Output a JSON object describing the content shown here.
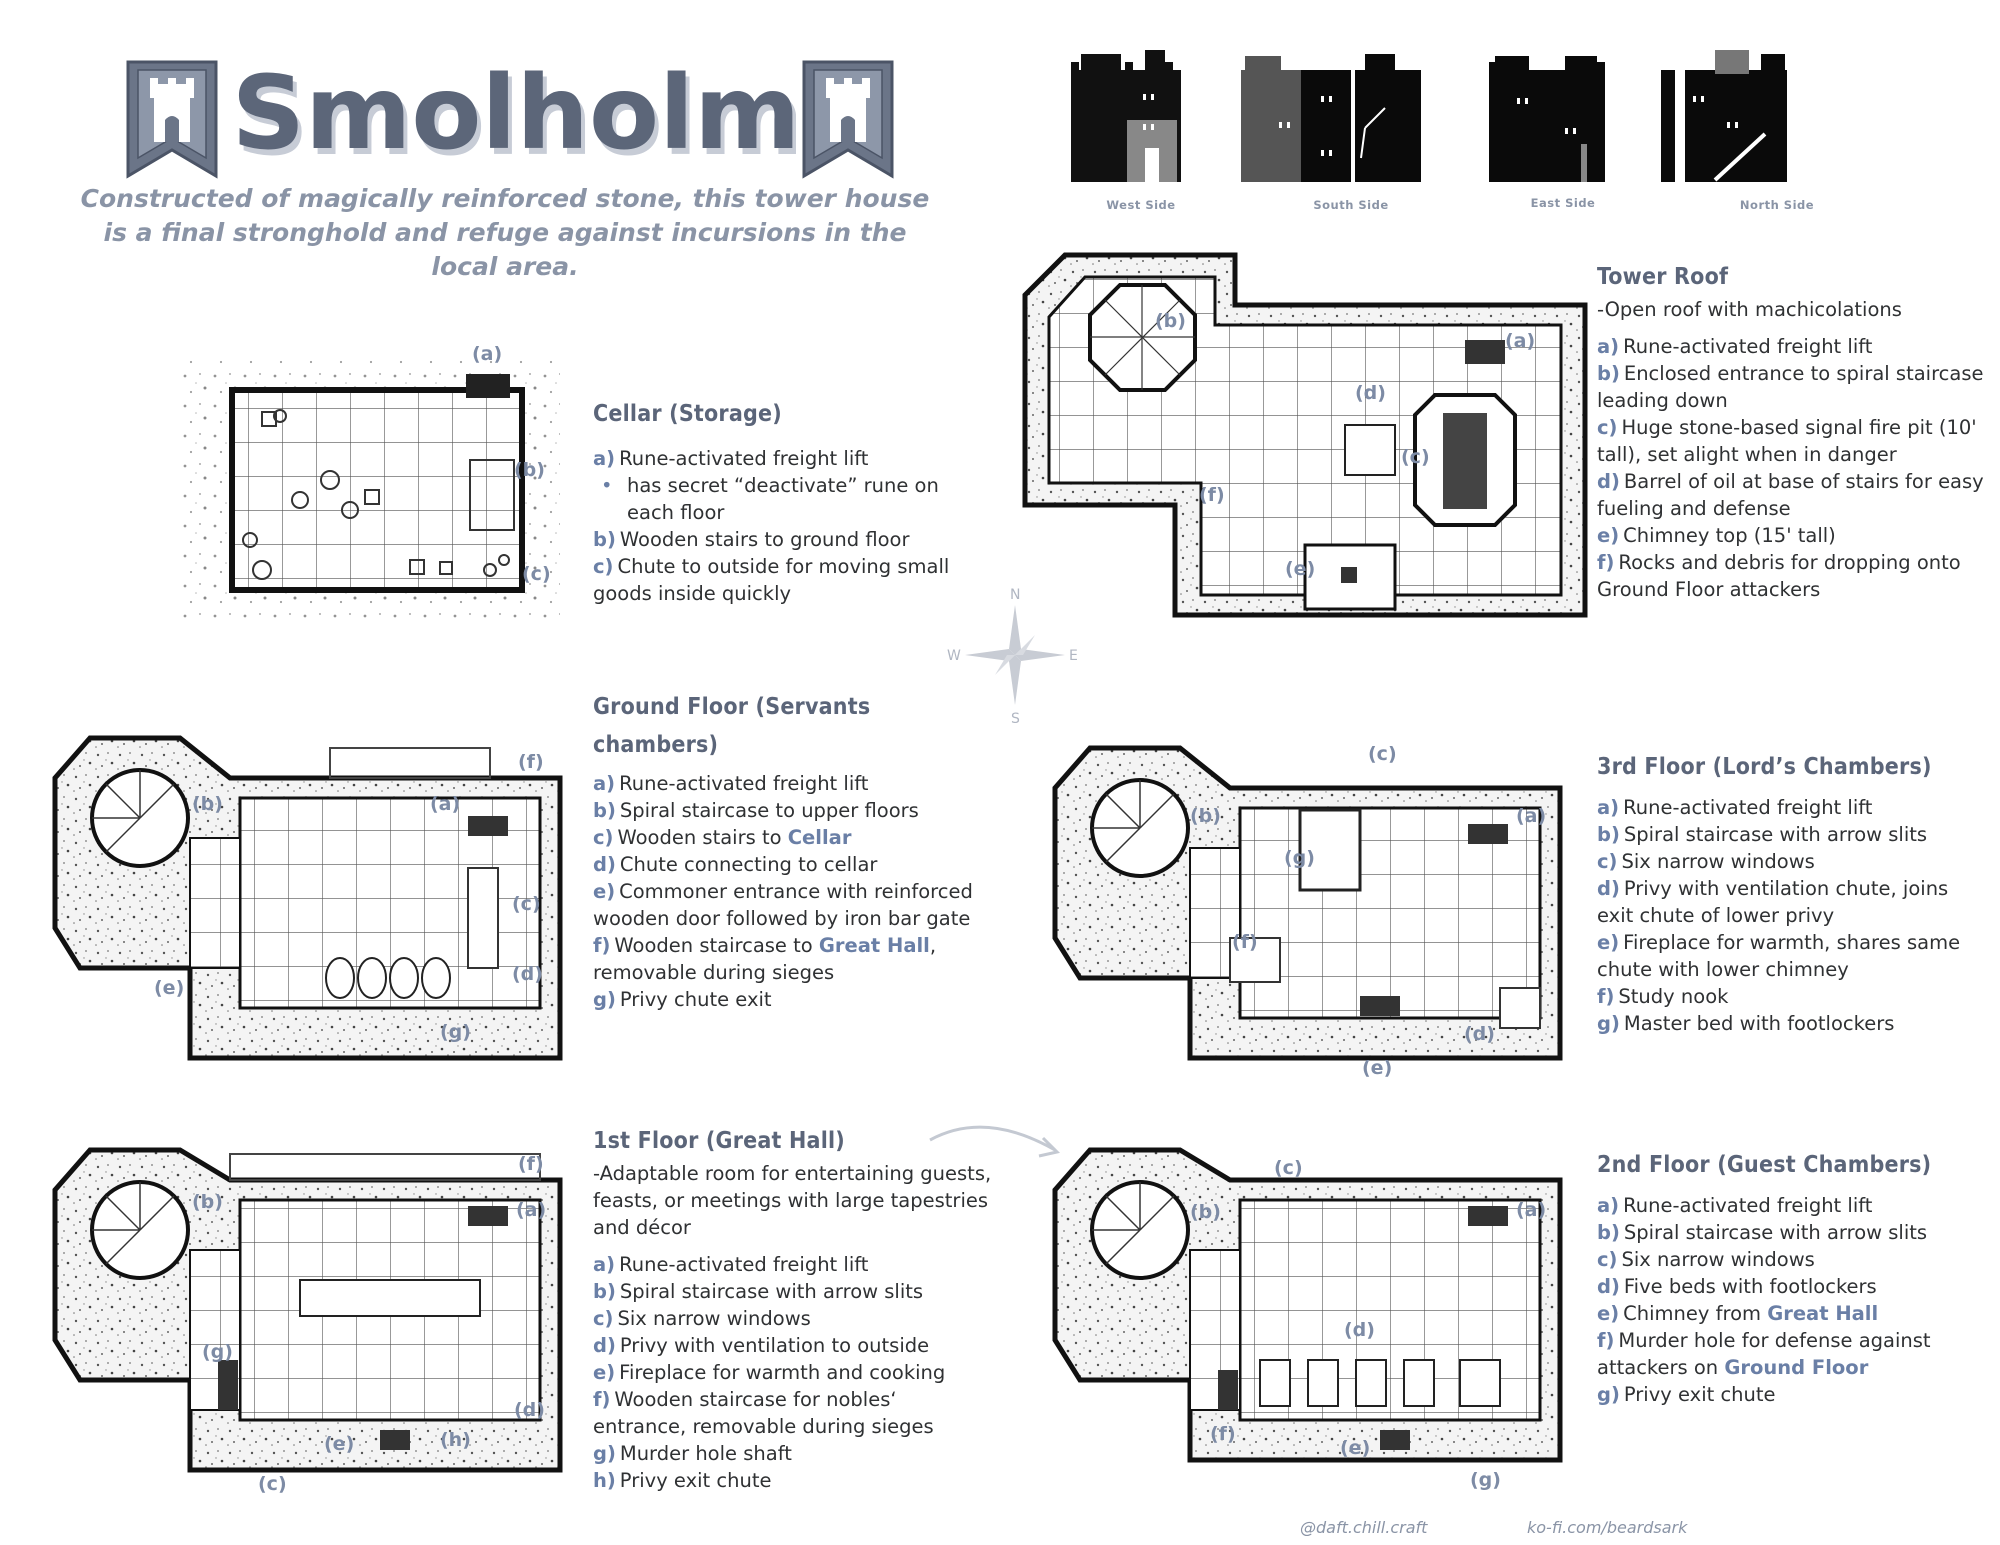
{
  "title": "Smolholm",
  "subtitle": "Constructed of magically reinforced stone, this tower house is a final stronghold and refuge against incursions in the local area.",
  "elevations": [
    "West Side",
    "South Side",
    "East Side",
    "North Side"
  ],
  "compass": {
    "n": "N",
    "s": "S",
    "e": "E",
    "w": "W"
  },
  "credits": {
    "instagram": "@daft.chill.craft",
    "kofi": "ko-fi.com/beardsark"
  },
  "colors": {
    "accent": "#6a7fa6",
    "heading": "#5b6579",
    "subtitle": "#8a94a6"
  },
  "sections": {
    "cellar": {
      "heading": "Cellar (Storage)",
      "items": [
        {
          "key": "a)",
          "text": "Rune-activated freight lift"
        },
        {
          "key": "",
          "text": "has secret “deactivate” rune on each floor"
        },
        {
          "key": "b)",
          "text": "Wooden stairs to ground floor"
        },
        {
          "key": "c)",
          "text": "Chute to outside for moving small goods inside quickly"
        }
      ]
    },
    "roof": {
      "heading": "Tower Roof",
      "note": "-Open roof with machicolations",
      "items": [
        {
          "key": "a)",
          "text": "Rune-activated freight lift"
        },
        {
          "key": "b)",
          "text": "Enclosed entrance to spiral staircase leading down"
        },
        {
          "key": "c)",
          "text": "Huge stone-based signal fire pit (10' tall), set alight when in danger"
        },
        {
          "key": "d)",
          "text": "Barrel of oil at base of stairs for easy fueling and defense"
        },
        {
          "key": "e)",
          "text": "Chimney top (15' tall)"
        },
        {
          "key": "f)",
          "text": "Rocks and debris for dropping onto Ground Floor attackers"
        }
      ]
    },
    "ground": {
      "heading_line1": "Ground Floor (Servants",
      "heading_line2": "chambers)",
      "items": [
        {
          "key": "a)",
          "text": "Rune-activated freight lift"
        },
        {
          "key": "b)",
          "text": "Spiral staircase to upper floors"
        },
        {
          "key": "c)",
          "pre": "Wooden stairs to ",
          "hl": "Cellar",
          "post": ""
        },
        {
          "key": "d)",
          "text": "Chute connecting to cellar"
        },
        {
          "key": "e)",
          "text": "Commoner entrance with reinforced wooden door followed by iron bar gate"
        },
        {
          "key": "f)",
          "pre": "Wooden staircase to ",
          "hl": "Great Hall",
          "post": ", removable during sieges"
        },
        {
          "key": "g)",
          "text": "Privy chute exit"
        }
      ]
    },
    "third": {
      "heading": "3rd Floor (Lord’s Chambers)",
      "items": [
        {
          "key": "a)",
          "text": "Rune-activated freight lift"
        },
        {
          "key": "b)",
          "text": "Spiral staircase with arrow slits"
        },
        {
          "key": "c)",
          "text": "Six narrow windows"
        },
        {
          "key": "d)",
          "text": "Privy with ventilation chute, joins exit chute of lower privy"
        },
        {
          "key": "e)",
          "text": "Fireplace for warmth, shares same chute with lower chimney"
        },
        {
          "key": "f)",
          "text": "Study nook"
        },
        {
          "key": "g)",
          "text": "Master bed with footlockers"
        }
      ]
    },
    "first": {
      "heading": "1st Floor (Great Hall)",
      "note": "-Adaptable room for entertaining guests, feasts, or meetings with large tapestries and décor",
      "items": [
        {
          "key": "a)",
          "text": "Rune-activated freight lift"
        },
        {
          "key": "b)",
          "text": "Spiral staircase with arrow slits"
        },
        {
          "key": "c)",
          "text": "Six narrow windows"
        },
        {
          "key": "d)",
          "text": "Privy with ventilation to outside"
        },
        {
          "key": "e)",
          "text": "Fireplace for warmth and cooking"
        },
        {
          "key": "f)",
          "text": "Wooden staircase for nobles‘ entrance, removable during sieges"
        },
        {
          "key": "g)",
          "text": "Murder hole shaft"
        },
        {
          "key": "h)",
          "text": "Privy exit chute"
        }
      ]
    },
    "second": {
      "heading": "2nd Floor (Guest Chambers)",
      "items": [
        {
          "key": "a)",
          "text": "Rune-activated freight lift"
        },
        {
          "key": "b)",
          "text": "Spiral staircase with arrow slits"
        },
        {
          "key": "c)",
          "text": "Six narrow windows"
        },
        {
          "key": "d)",
          "text": "Five beds with footlockers"
        },
        {
          "key": "e)",
          "pre": "Chimney from ",
          "hl": "Great Hall",
          "post": ""
        },
        {
          "key": "f)",
          "pre": "Murder hole for defense against attackers on ",
          "hl": "Ground Floor",
          "post": ""
        },
        {
          "key": "g)",
          "text": "Privy exit chute"
        }
      ]
    }
  },
  "map_labels": {
    "cellar": [
      "(a)",
      "(b)",
      "(c)"
    ],
    "roof": [
      "(a)",
      "(b)",
      "(c)",
      "(d)",
      "(e)",
      "(f)"
    ],
    "ground": [
      "(a)",
      "(b)",
      "(c)",
      "(d)",
      "(e)",
      "(f)",
      "(g)"
    ],
    "third": [
      "(a)",
      "(b)",
      "(c)",
      "(d)",
      "(e)",
      "(f)",
      "(g)"
    ],
    "first": [
      "(a)",
      "(b)",
      "(c)",
      "(d)",
      "(e)",
      "(f)",
      "(g)",
      "(h)"
    ],
    "second": [
      "(a)",
      "(b)",
      "(c)",
      "(d)",
      "(e)",
      "(f)",
      "(g)"
    ]
  }
}
